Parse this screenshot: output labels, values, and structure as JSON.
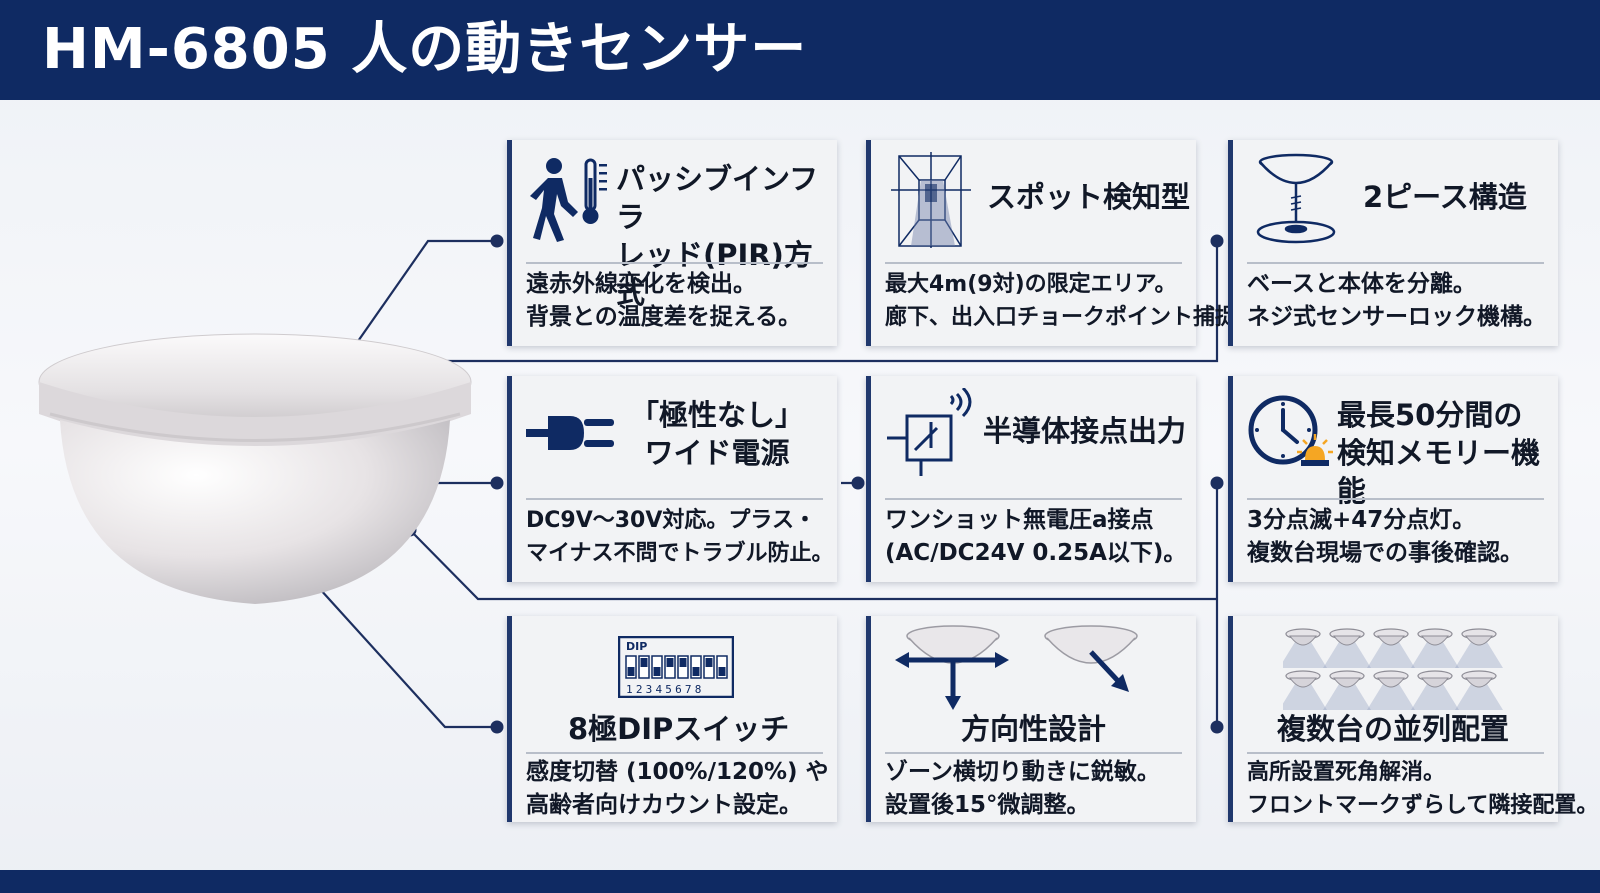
{
  "title": "HM-6805 人の動きセンサー",
  "cards": [
    {
      "id": "pir",
      "icon": "walking-person-thermometer-icon",
      "title": "パッシブインフラ\nレッド(PIR)方式",
      "desc": [
        "遠赤外線変化を検出。",
        "背景との温度差を捉える。"
      ]
    },
    {
      "id": "spot",
      "icon": "spot-detection-zone-icon",
      "title": "スポット検知型",
      "desc": [
        "最大4m(9対)の限定エリア。",
        "廊下、出入口チョークポイント捕捉。"
      ]
    },
    {
      "id": "two-piece",
      "icon": "two-piece-structure-icon",
      "title": "2ピース構造",
      "desc": [
        "ベースと本体を分離。",
        "ネジ式センサーロック機構。"
      ]
    },
    {
      "id": "power",
      "icon": "power-plug-icon",
      "title": "「極性なし」\nワイド電源",
      "desc": [
        "DC9V〜30V対応。プラス・",
        "マイナス不問でトラブル防止。"
      ]
    },
    {
      "id": "output",
      "icon": "relay-contact-wireless-icon",
      "title": "半導体接点出力",
      "desc": [
        "ワンショット無電圧a接点",
        "(AC/DC24V 0.25A以下)。"
      ]
    },
    {
      "id": "memory",
      "icon": "clock-alarm-light-icon",
      "title": "最長50分間の\n検知メモリー機能",
      "desc": [
        "3分点滅+47分点灯。",
        "複数台現場での事後確認。"
      ]
    },
    {
      "id": "dip",
      "icon": "dip-switch-icon",
      "title": "8極DIPスイッチ",
      "desc": [
        "感度切替 (100%/120%) や",
        "高齢者向けカウント設定。"
      ]
    },
    {
      "id": "direction",
      "icon": "directional-sensors-icon",
      "title": "方向性設計",
      "desc": [
        "ゾーン横切り動きに鋭敏。",
        "設置後15°微調整。"
      ]
    },
    {
      "id": "parallel",
      "icon": "multiple-sensors-array-icon",
      "title": "複数台の並列配置",
      "desc": [
        "高所設置死角解消。",
        "フロントマークずらして隣接配置。"
      ]
    }
  ],
  "dip_label": "DIP",
  "dip_numbers": "12345678",
  "colors": {
    "header": "#0f2a63",
    "accent": "#20386d",
    "alarm": "#f5a623"
  }
}
